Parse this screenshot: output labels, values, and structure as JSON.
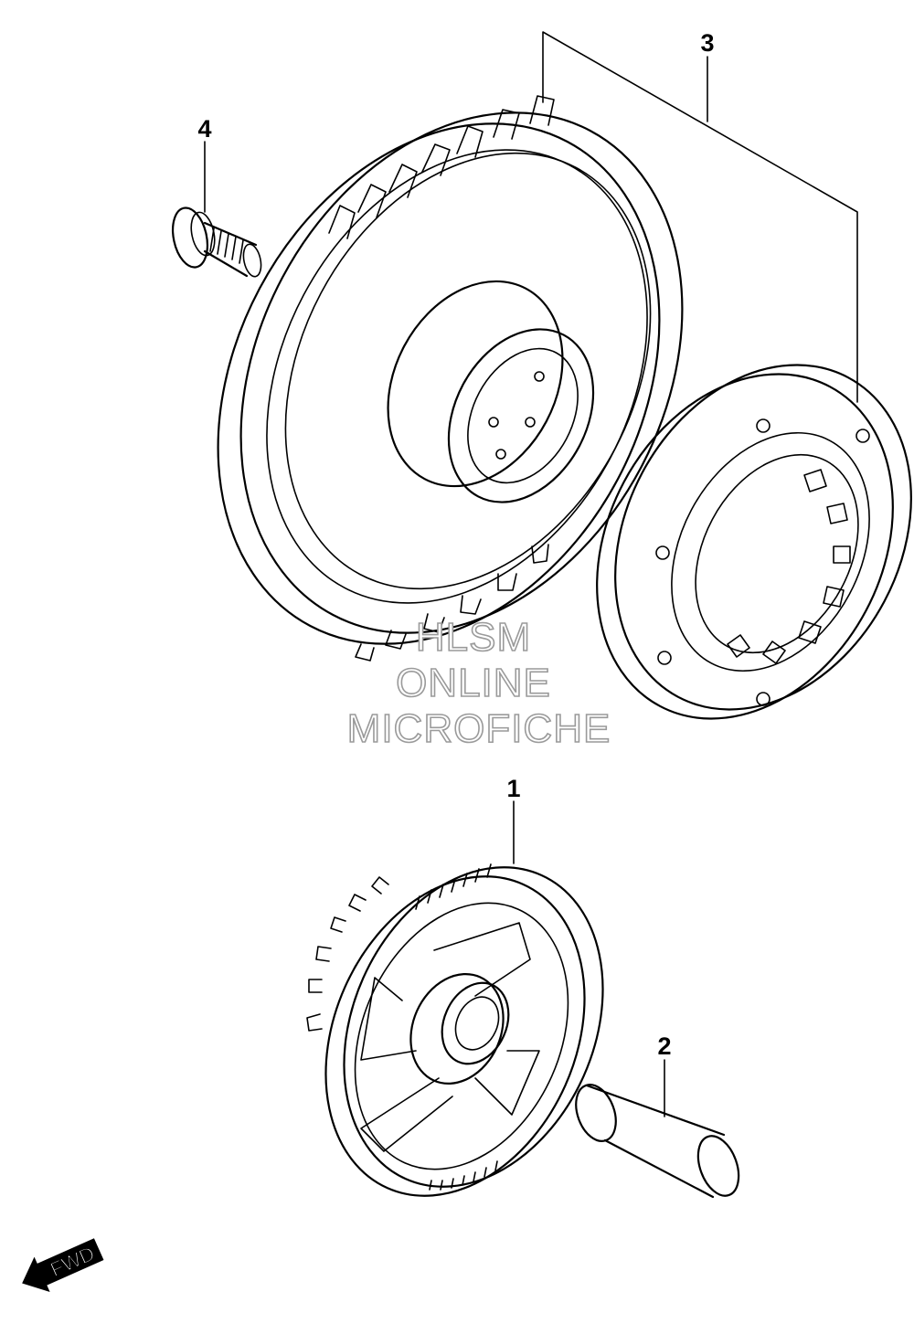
{
  "diagram": {
    "callouts": [
      {
        "id": "callout-1",
        "label": "1"
      },
      {
        "id": "callout-2",
        "label": "2"
      },
      {
        "id": "callout-3",
        "label": "3"
      },
      {
        "id": "callout-4",
        "label": "4"
      }
    ],
    "watermark": {
      "line1": "HLSM",
      "line2": "ONLINE",
      "line3": "MICROFICHE",
      "color": "#9a9a9a"
    },
    "direction_marker": {
      "label": "FWD",
      "icon": "fwd-arrow-icon"
    },
    "colors": {
      "line": "#000000",
      "background": "#ffffff"
    }
  }
}
